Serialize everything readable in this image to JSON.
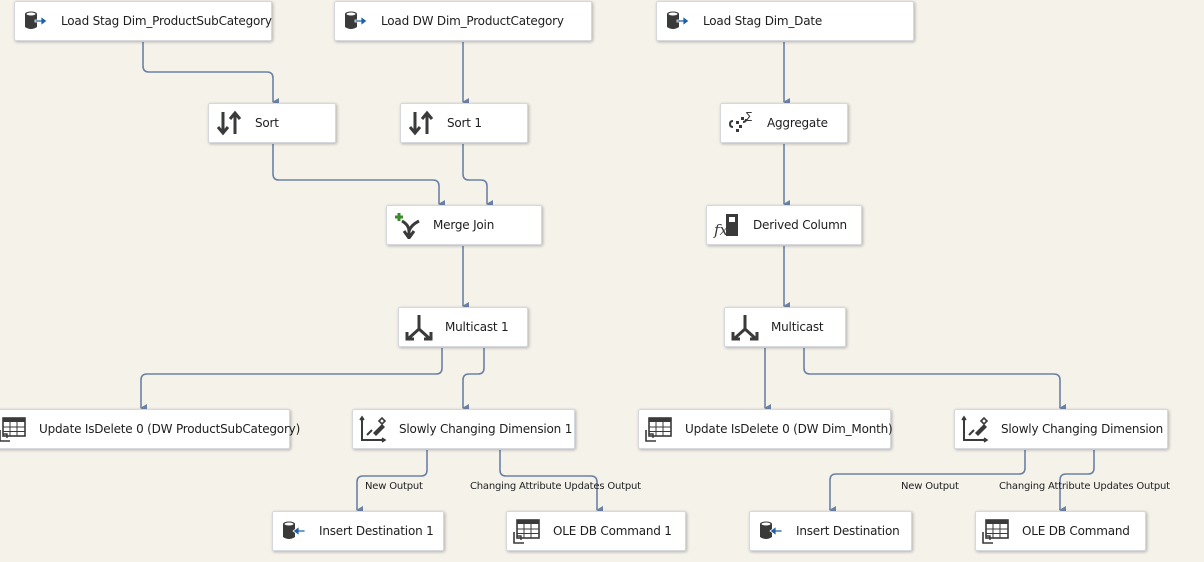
{
  "nodes": {
    "load_stag_subcat": {
      "label": "Load Stag Dim_ProductSubCategory",
      "icon": "ole-db-source-icon"
    },
    "load_dw_cat": {
      "label": "Load DW Dim_ProductCategory",
      "icon": "ole-db-source-icon"
    },
    "load_stag_date": {
      "label": "Load Stag Dim_Date",
      "icon": "ole-db-source-icon"
    },
    "sort": {
      "label": "Sort",
      "icon": "sort-icon"
    },
    "sort1": {
      "label": "Sort 1",
      "icon": "sort-icon"
    },
    "aggregate": {
      "label": "Aggregate",
      "icon": "aggregate-icon"
    },
    "merge_join": {
      "label": "Merge Join",
      "icon": "merge-join-icon"
    },
    "derived_column": {
      "label": "Derived Column",
      "icon": "derived-column-icon"
    },
    "multicast1": {
      "label": "Multicast 1",
      "icon": "multicast-icon"
    },
    "multicast": {
      "label": "Multicast",
      "icon": "multicast-icon"
    },
    "update_isdelete_subcat": {
      "label": "Update IsDelete 0 (DW ProductSubCategory)",
      "icon": "ole-db-command-icon"
    },
    "scd1": {
      "label": "Slowly Changing Dimension 1",
      "icon": "slowly-changing-dimension-icon"
    },
    "update_isdelete_month": {
      "label": "Update IsDelete 0 (DW Dim_Month)",
      "icon": "ole-db-command-icon"
    },
    "scd": {
      "label": "Slowly Changing Dimension",
      "icon": "slowly-changing-dimension-icon"
    },
    "insert_dest1": {
      "label": "Insert Destination 1",
      "icon": "ole-db-destination-icon"
    },
    "oledb_cmd1": {
      "label": "OLE DB Command 1",
      "icon": "ole-db-command-icon"
    },
    "insert_dest": {
      "label": "Insert Destination",
      "icon": "ole-db-destination-icon"
    },
    "oledb_cmd": {
      "label": "OLE DB Command",
      "icon": "ole-db-command-icon"
    }
  },
  "path_labels": {
    "new_output_1": "New Output",
    "changing_attr_1": "Changing Attribute Updates Output",
    "new_output_2": "New Output",
    "changing_attr_2": "Changing Attribute Updates Output"
  },
  "colors": {
    "canvas_background": "#f5f2ea",
    "connector": "#6b82a6",
    "source_arrow": "#1f5fa8",
    "icon_dark": "#3a3a3a",
    "merge_plus": "#3c8a2e"
  }
}
